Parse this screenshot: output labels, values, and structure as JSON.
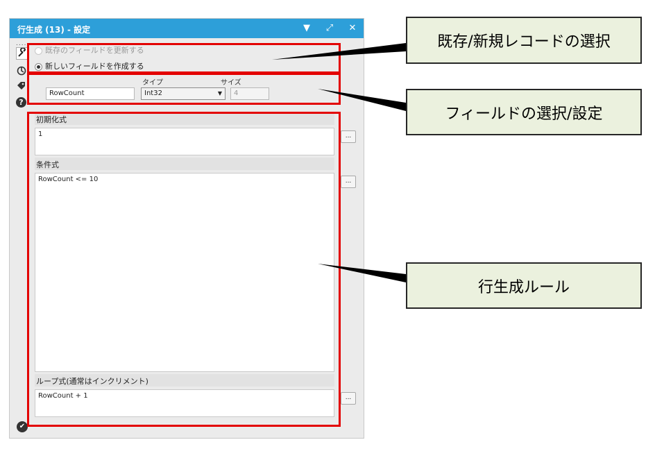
{
  "window": {
    "title": "行生成 (13) - 設定",
    "controls": {
      "menu": "▼",
      "restore": "⤢",
      "close": "✕"
    }
  },
  "sidebar": {
    "dots": "....",
    "icons": [
      "wrench-icon",
      "target-icon",
      "tag-icon",
      "help-icon"
    ],
    "help_glyph": "?",
    "check_glyph": "✔"
  },
  "record_mode": {
    "option_existing": "既存のフィールドを更新する",
    "option_new": "新しいフィールドを作成する",
    "selected": "new"
  },
  "field": {
    "type_label": "タイプ",
    "size_label": "サイズ",
    "name_value": "RowCount",
    "type_value": "Int32",
    "size_value": "4"
  },
  "expressions": {
    "init_label": "初期化式",
    "init_value": "1",
    "condition_label": "条件式",
    "condition_value": "RowCount <= 10",
    "loop_label": "ループ式(通常はインクリメント)",
    "loop_value": "RowCount + 1",
    "button_label": "..."
  },
  "callouts": {
    "record": "既存/新規レコードの選択",
    "field": "フィールドの選択/設定",
    "rules": "行生成ルール"
  },
  "colors": {
    "titlebar": "#2d9fd9",
    "highlight": "#e30000",
    "callout_bg": "#ebf1de"
  }
}
